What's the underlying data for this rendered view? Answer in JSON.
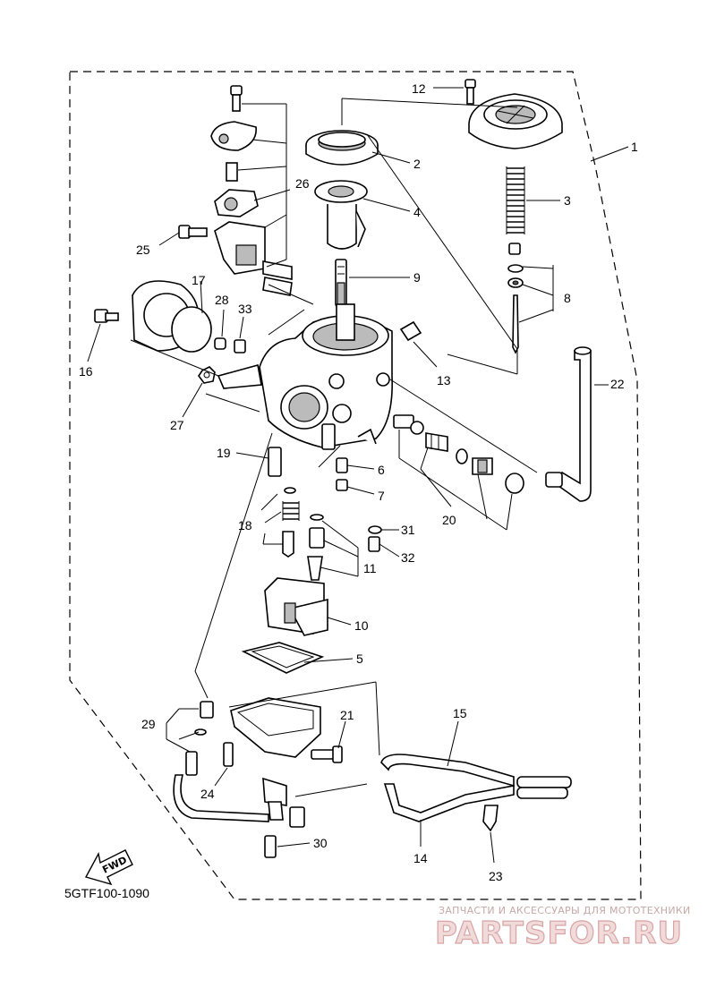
{
  "diagram": {
    "drawing_code": "5GTF100-1090",
    "fwd_label": "FWD",
    "part_labels": [
      "1",
      "2",
      "3",
      "4",
      "5",
      "6",
      "7",
      "8",
      "9",
      "10",
      "11",
      "12",
      "13",
      "14",
      "15",
      "16",
      "17",
      "18",
      "19",
      "20",
      "21",
      "22",
      "23",
      "24",
      "25",
      "26",
      "27",
      "28",
      "29",
      "30",
      "31",
      "32",
      "33"
    ]
  },
  "watermark": {
    "tagline": "ЗАПЧАСТИ И АКСЕССУАРЫ ДЛЯ МОТОТЕХНИКИ",
    "brand": "PARTSFOR.RU",
    "color": "#d8a4a4"
  },
  "colors": {
    "line": "#000000",
    "background": "#ffffff"
  }
}
